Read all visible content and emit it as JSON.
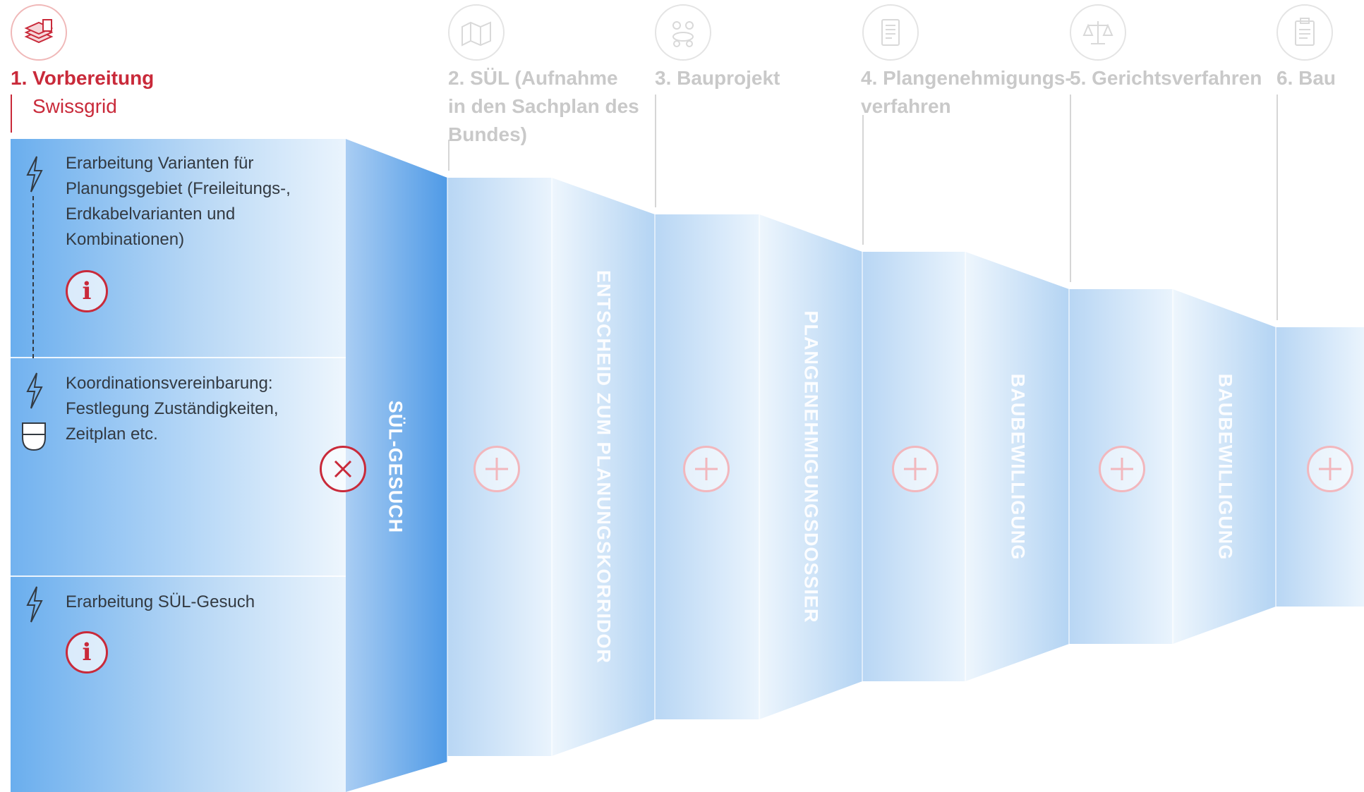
{
  "phases": [
    {
      "number_label": "1. Vorbereitung",
      "subtitle": "Swissgrid",
      "icon": "stacked-documents-icon",
      "active": true
    },
    {
      "number_label": "2. SÜL (Aufnahme",
      "line2": "in den Sachplan des",
      "line3": "Bundes)",
      "icon": "map-icon",
      "active": false
    },
    {
      "number_label": "3. Bauprojekt",
      "icon": "meeting-people-icon",
      "active": false
    },
    {
      "number_label": "4. Plangenehmigungs-",
      "line2": "verfahren",
      "icon": "document-icon",
      "active": false
    },
    {
      "number_label": "5. Gerichtsverfahren",
      "icon": "scales-icon",
      "active": false
    },
    {
      "number_label": "6. Bau",
      "icon": "clipboard-icon",
      "active": false
    }
  ],
  "steps": [
    {
      "lines": [
        "Erarbeitung Varianten für",
        "Planungsgebiet (Freileitungs-,",
        "Erdkabelvarianten und",
        "Kombinationen)"
      ],
      "icon": "lightning-icon",
      "has_info": true
    },
    {
      "lines": [
        "Koordinationsvereinbarung:",
        "Festlegung Zuständigkeiten,",
        "Zeitplan etc."
      ],
      "icon": "lightning-icon",
      "secondary_icon": "shield-icon",
      "has_info": false
    },
    {
      "lines": [
        "Erarbeitung SÜL-Gesuch"
      ],
      "icon": "lightning-icon",
      "has_info": true
    }
  ],
  "info_symbol": "i",
  "milestones": [
    "SÜL-GESUCH",
    "ENTSCHEID ZUM PLANUNGSKORRIDOR",
    "PLANGENEHMIGUNGSDOSSIER",
    "BAUBEWILLIGUNG",
    "BAUBEWILLIGUNG"
  ],
  "colors": {
    "accent": "#c92a3a",
    "accent_light": "#f2b7bd",
    "panel_strong": "#5aa2e8",
    "panel_light": "#e8f3fc",
    "inactive_text": "#c9c9c9"
  }
}
